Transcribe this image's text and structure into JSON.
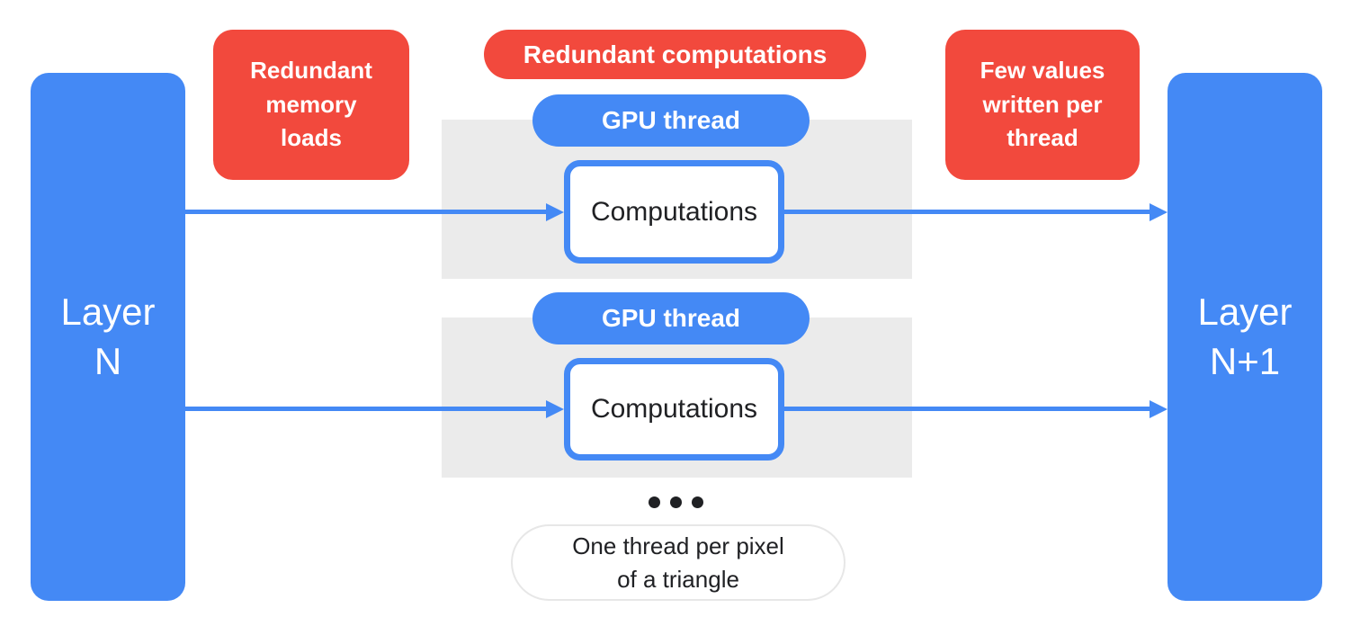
{
  "colors": {
    "blue": "#4489F5",
    "red": "#F2493D",
    "gray_panel": "#EBEBEB",
    "dark_text": "#202124",
    "pill_border": "#E7E7E7",
    "white": "#FFFFFF"
  },
  "layers": {
    "left": {
      "label": "Layer\nN"
    },
    "right": {
      "label": "Layer\nN+1"
    }
  },
  "annotations": {
    "redundant_memory": {
      "label": "Redundant\nmemory\nloads"
    },
    "redundant_computations": {
      "label": "Redundant computations"
    },
    "few_values": {
      "label": "Few values\nwritten per\nthread"
    }
  },
  "threads": [
    {
      "gpu_label": "GPU thread",
      "computation_label": "Computations"
    },
    {
      "gpu_label": "GPU thread",
      "computation_label": "Computations"
    }
  ],
  "caption": {
    "label": "One thread per pixel\nof a triangle"
  }
}
